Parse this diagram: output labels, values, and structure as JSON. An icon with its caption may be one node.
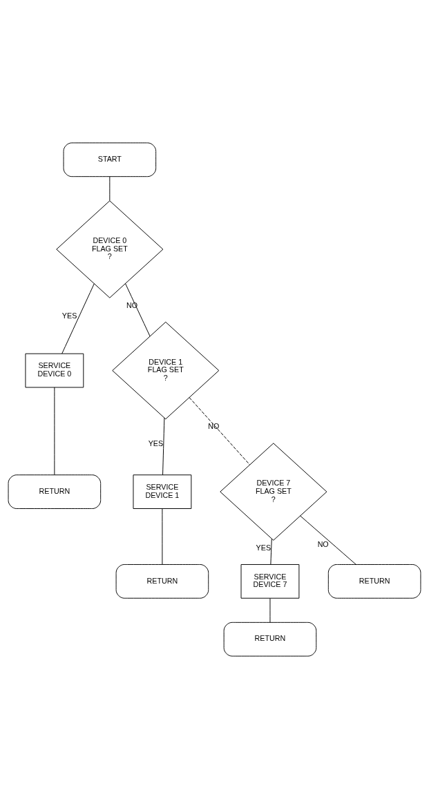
{
  "diagram": {
    "nodes": [
      {
        "text": [
          "START"
        ]
      },
      {
        "text": [
          "DEVICE 0 FLAG SET ?"
        ]
      },
      {
        "text": [
          "SERVICE DEVICE 0"
        ]
      },
      {
        "text": [
          "RETURN"
        ]
      },
      {
        "text": [
          "DEVICE 1 FLAG SET ?"
        ]
      },
      {
        "text": [
          "SERVICE DEVICE 1"
        ]
      },
      {
        "text": [
          "RETURN"
        ]
      },
      {
        "text": [
          "DEVICE 7 FLAG SET ?"
        ]
      },
      {
        "text": [
          "SERVICE DEVICE 7"
        ]
      },
      {
        "text": [
          "RETURN"
        ]
      },
      {
        "text": [
          "RETURN"
        ]
      }
    ],
    "edges": [
      {
        "from": 0,
        "to": 1,
        "arrow": "none"
      },
      {
        "from": 1,
        "to": 2,
        "arrow": "none",
        "label": "YES"
      },
      {
        "from": 2,
        "to": 3,
        "arrow": "none"
      },
      {
        "from": 1,
        "to": 4,
        "arrow": "none",
        "label": "NO"
      },
      {
        "from": 4,
        "to": 5,
        "arrow": "none",
        "label": "YES"
      },
      {
        "from": 5,
        "to": 6,
        "arrow": "none"
      },
      {
        "from": 4,
        "to": 7,
        "arrow": "none",
        "label": "NO",
        "style": "dashed"
      },
      {
        "from": 7,
        "to": 8,
        "arrow": "none",
        "label": "YES"
      },
      {
        "from": 8,
        "to": 9,
        "arrow": "none"
      },
      {
        "from": 7,
        "to": 10,
        "arrow": "none",
        "label": "NO"
      }
    ]
  }
}
